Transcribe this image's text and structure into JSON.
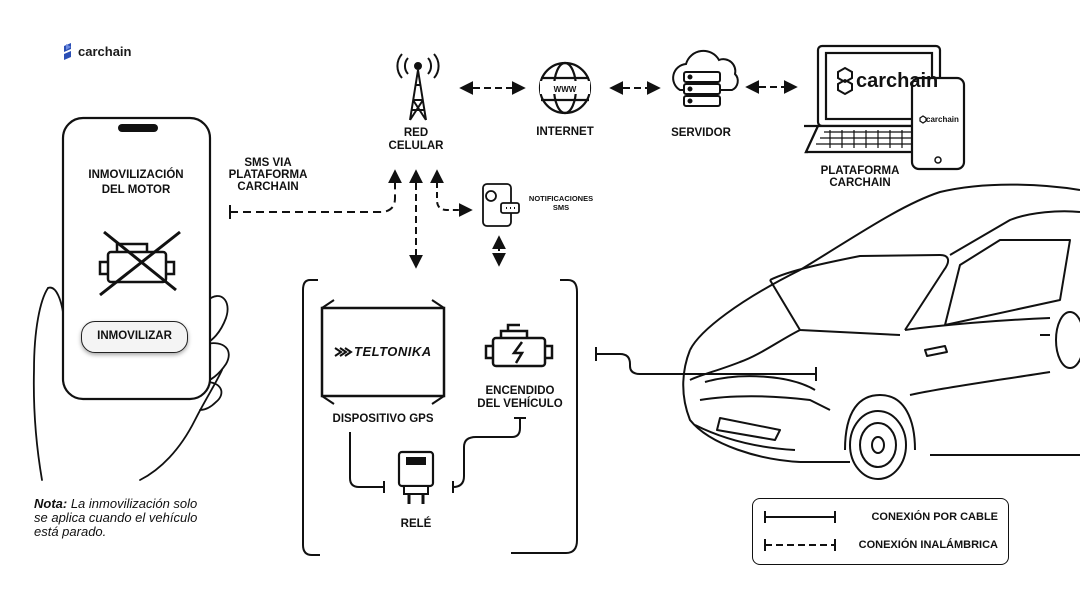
{
  "brand": {
    "name": "carchain"
  },
  "phone": {
    "title": "INMOVILIZACIÓN\nDEL MOTOR",
    "button_label": "INMOVILIZAR"
  },
  "labels": {
    "sms": "SMS VIA\nPLATAFORMA\nCARCHAIN",
    "red_celular": "RED\nCELULAR",
    "internet": "INTERNET",
    "servidor": "SERVIDOR",
    "plataforma": "PLATAFORMA\nCARCHAIN",
    "notificaciones": "NOTIFICACIONES\nSMS",
    "gps": "DISPOSITIVO GPS",
    "encendido": "ENCENDIDO\nDEL VEHÍCULO",
    "rele": "RELÉ",
    "teltonika": "TELTONIKA",
    "www": "WWW",
    "laptop_brand": "carchain",
    "mini_phone_brand": "carchain"
  },
  "note": {
    "bold": "Nota:",
    "text": " La inmovilización solo se aplica cuando el vehículo está parado."
  },
  "legend": {
    "cable": "CONEXIÓN POR CABLE",
    "wireless": "CONEXIÓN INALÁMBRICA"
  }
}
